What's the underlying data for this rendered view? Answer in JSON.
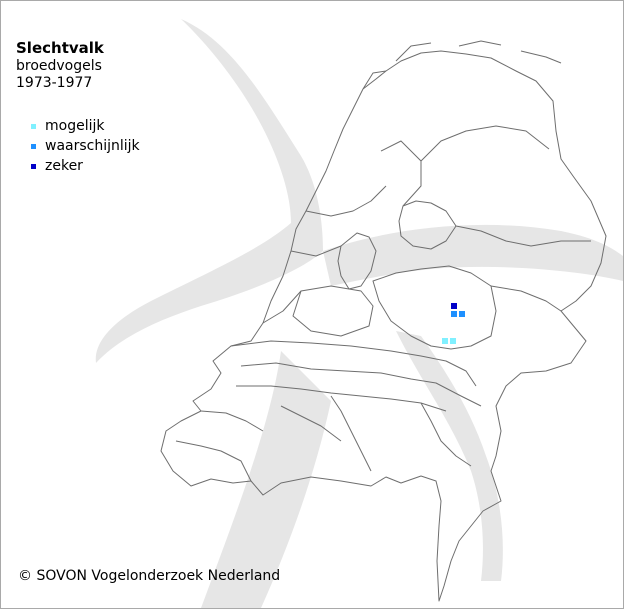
{
  "map": {
    "title": "Slechtvalk",
    "subtitle": "broedvogels",
    "period": "1973-1977",
    "legend": [
      {
        "label": "mogelijk",
        "color": "#80f0ff"
      },
      {
        "label": "waarschijnlijk",
        "color": "#1e90ff"
      },
      {
        "label": "zeker",
        "color": "#0000c8"
      }
    ],
    "copyright": "©  SOVON Vogelonderzoek Nederland",
    "colors": {
      "border": "#6e6e6e",
      "watermark": "#e6e6e6",
      "frame": "#a9a9a9"
    },
    "records": [
      {
        "status": "zeker",
        "color": "#0000c8"
      },
      {
        "status": "waarschijnlijk",
        "color": "#1e90ff"
      },
      {
        "status": "waarschijnlijk",
        "color": "#1e90ff"
      },
      {
        "status": "mogelijk",
        "color": "#80f0ff"
      },
      {
        "status": "mogelijk",
        "color": "#80f0ff"
      }
    ]
  }
}
